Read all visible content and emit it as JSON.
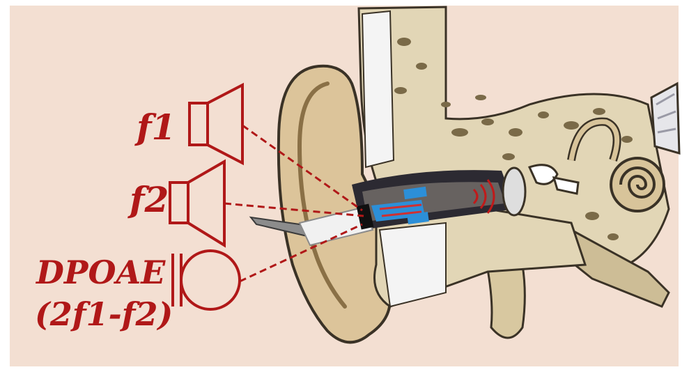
{
  "labels": {
    "f1": "f1",
    "f2": "f2",
    "dpoae": "DPOAE",
    "formula": "(2f1-f2)"
  },
  "colors": {
    "background": "#f3dfd2",
    "annotation_red": "#b01818",
    "bone": "#e2d6b6",
    "bone_dark": "#6a5a3a",
    "canal_dark": "#2c2a32",
    "skin": "#dcc49a",
    "probe_white": "#f1f1f1",
    "probe_blue": "#2c8fd8"
  },
  "icons": {
    "f1_source": "loudspeaker-icon",
    "f2_source": "loudspeaker-icon",
    "dpoae_sensor": "microphone-icon"
  }
}
